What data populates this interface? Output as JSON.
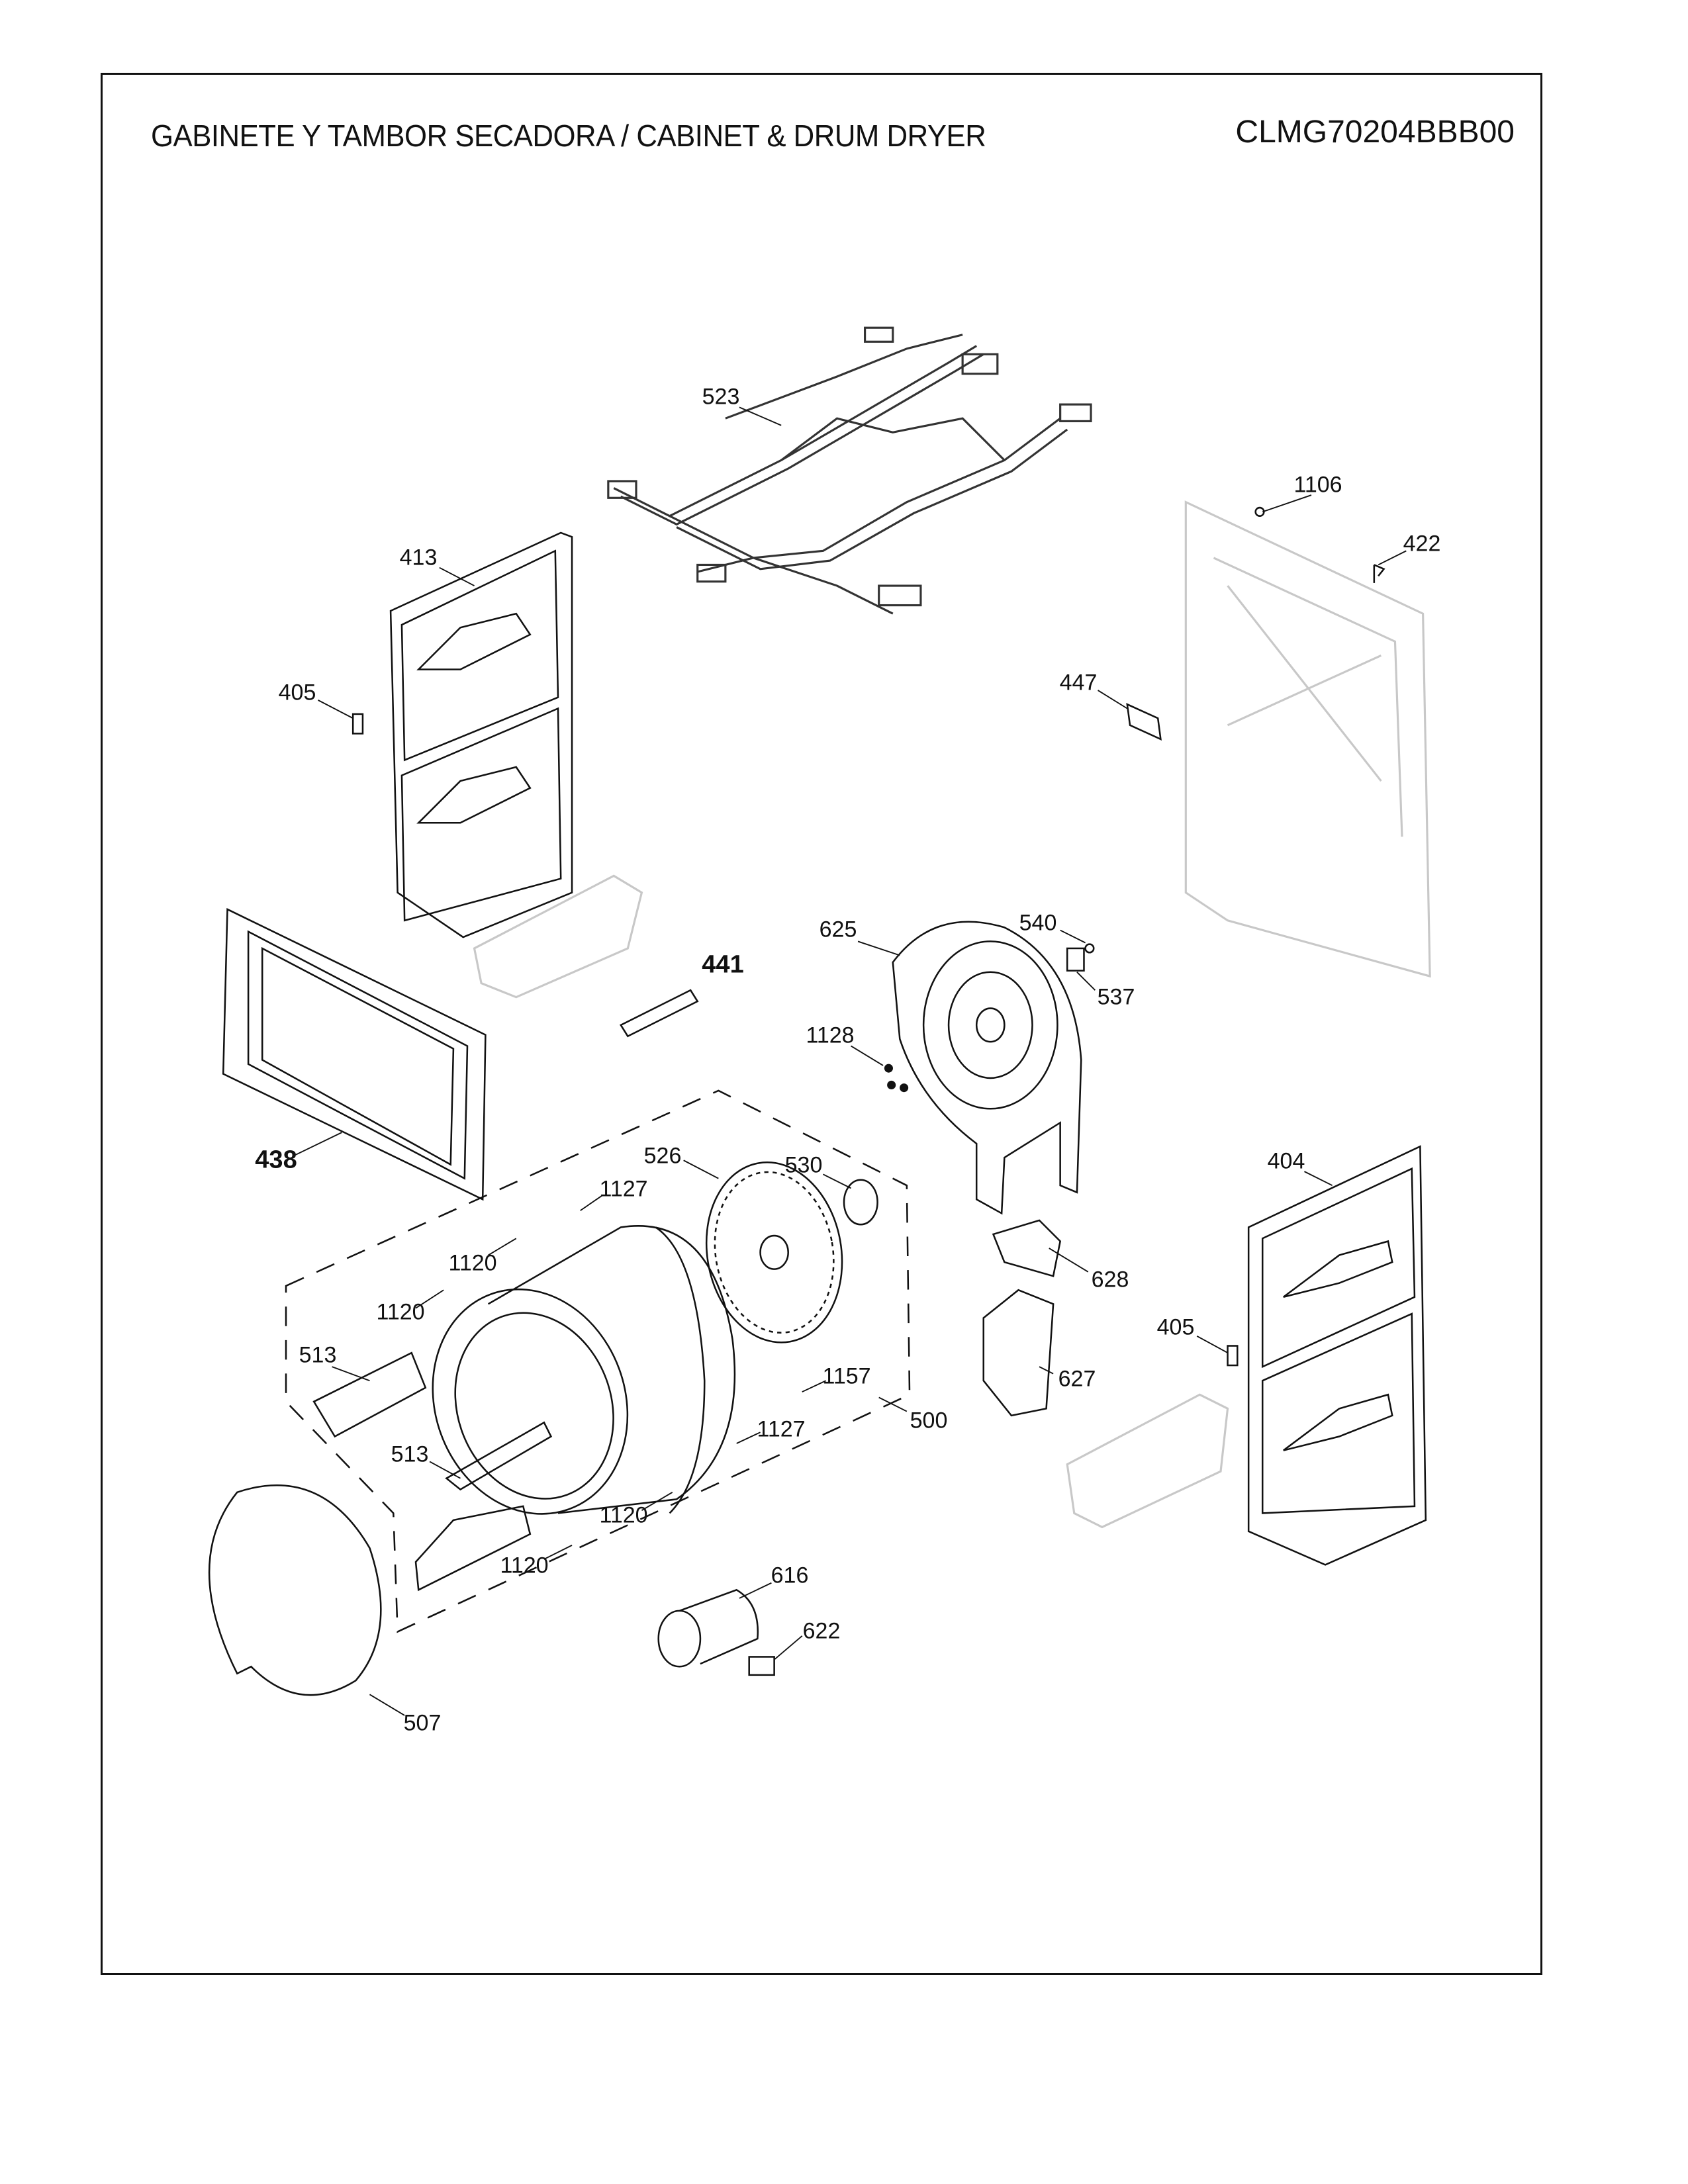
{
  "header": {
    "title": "GABINETE Y TAMBOR SECADORA / CABINET & DRUM DRYER",
    "model": "CLMG70204BBB00"
  },
  "colors": {
    "line": "#111111",
    "faded": "#c8c8c8"
  },
  "part_labels": {
    "p523": "523",
    "p1106": "1106",
    "p422": "422",
    "p413": "413",
    "p405a": "405",
    "p447": "447",
    "p441": "441",
    "p625": "625",
    "p540": "540",
    "p537": "537",
    "p1128": "1128",
    "p438": "438",
    "p404": "404",
    "p526": "526",
    "p530": "530",
    "p1127a": "1127",
    "p1120a": "1120",
    "p1120b": "1120",
    "p628": "628",
    "p405b": "405",
    "p513a": "513",
    "p1157": "1157",
    "p627": "627",
    "p500": "500",
    "p1127b": "1127",
    "p513b": "513",
    "p1120c": "1120",
    "p1120d": "1120",
    "p616": "616",
    "p622": "622",
    "p507": "507"
  }
}
